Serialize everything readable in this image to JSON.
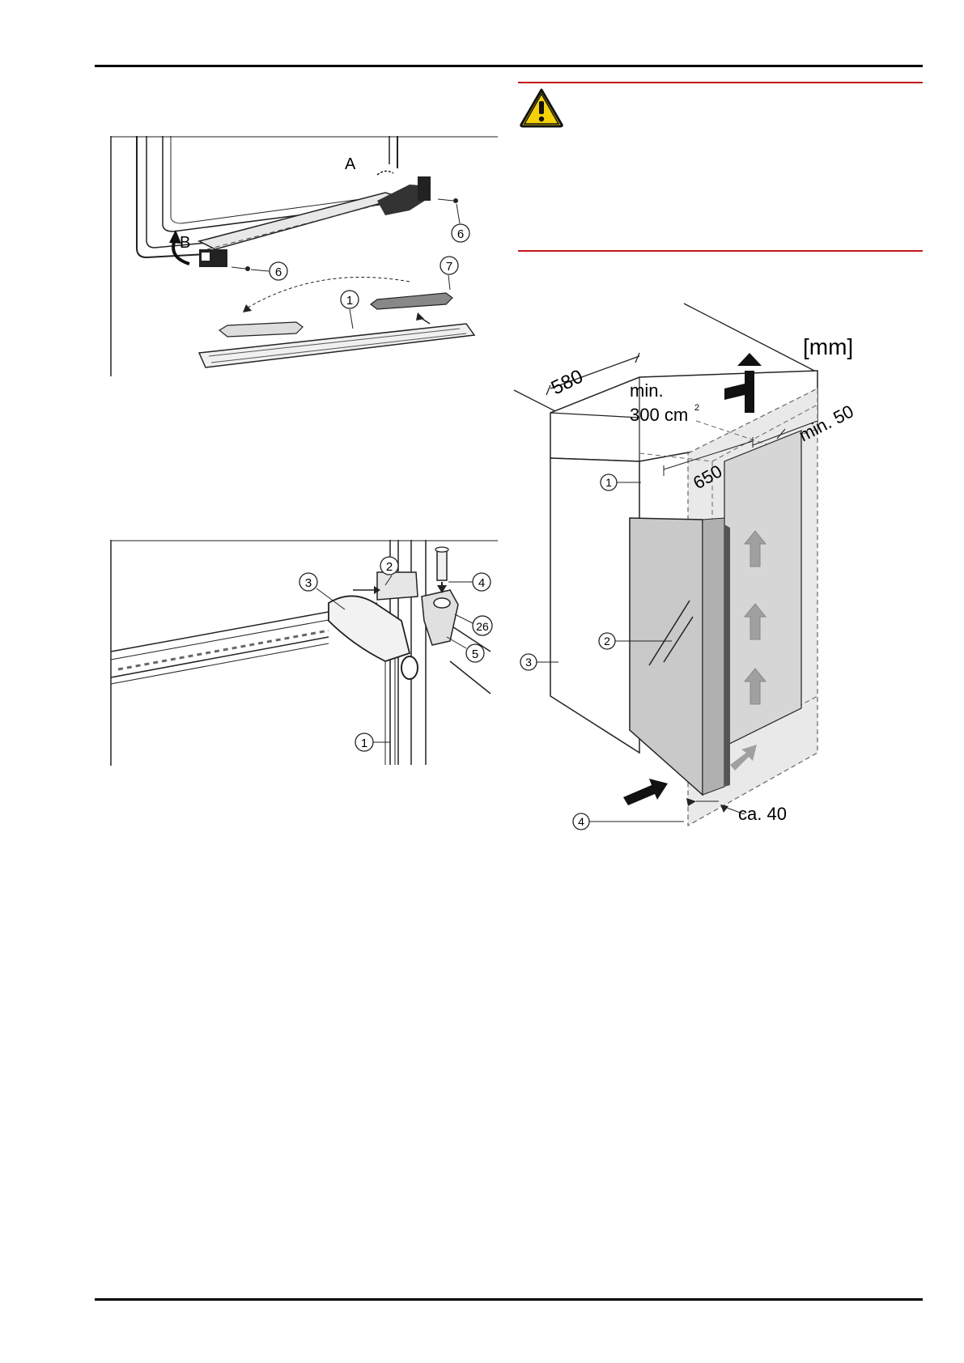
{
  "page": {
    "warning_icon": "warning-triangle-icon",
    "colors": {
      "warning_rule": "#c4161c",
      "warning_fill": "#f5d10a"
    }
  },
  "figure_top_left": {
    "labels": {
      "a": "A",
      "b": "B",
      "screw_right": "6",
      "screw_left": "6",
      "cover": "7",
      "strip": "1"
    }
  },
  "figure_bottom_left": {
    "labels": {
      "bracket": "2",
      "hinge": "3",
      "pin": "4",
      "nut": "26",
      "screw": "5",
      "rail": "1"
    }
  },
  "figure_right": {
    "unit": "[mm]",
    "dim_depth": "580",
    "vent_min": "min.",
    "vent_area": "300 cm",
    "vent_area_sup": "2",
    "dim_top": "min. 50",
    "dim_height": "650",
    "gap": "ca. 40",
    "callouts": {
      "top_cabinet": "1",
      "door": "2",
      "side_unit": "3",
      "plinth": "4"
    }
  }
}
